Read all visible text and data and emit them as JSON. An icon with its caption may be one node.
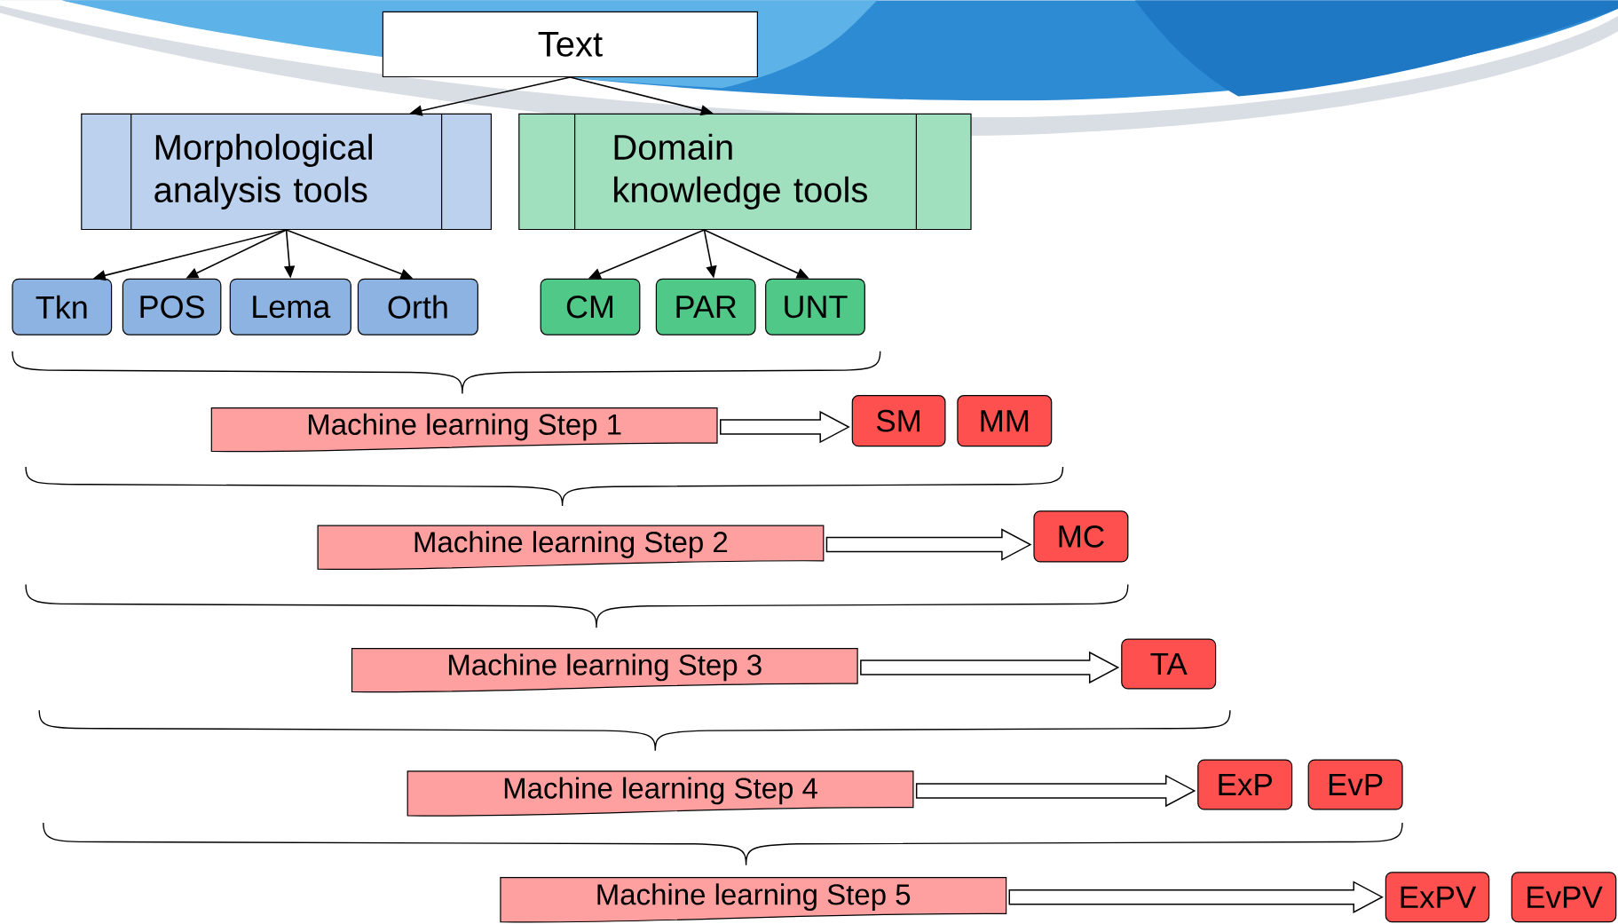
{
  "diagram": {
    "nodes": [
      {
        "text": [
          "Text"
        ]
      },
      {
        "text": [
          "Morphological analysis tools"
        ]
      },
      {
        "text": [
          "Domain knowledge tools"
        ]
      },
      {
        "text": [
          "Tkn"
        ]
      },
      {
        "text": [
          "POS"
        ]
      },
      {
        "text": [
          "Lema"
        ]
      },
      {
        "text": [
          "Orth"
        ]
      },
      {
        "text": [
          "CM"
        ]
      },
      {
        "text": [
          "PAR"
        ]
      },
      {
        "text": [
          "UNT"
        ]
      },
      {
        "text": [
          "Machine learning Step 1"
        ]
      },
      {
        "text": [
          "SM"
        ]
      },
      {
        "text": [
          "MM"
        ]
      },
      {
        "text": [
          "Machine learning Step 2"
        ]
      },
      {
        "text": [
          "MC"
        ]
      },
      {
        "text": [
          "Machine learning Step 3"
        ]
      },
      {
        "text": [
          "TA"
        ]
      },
      {
        "text": [
          "Machine learning Step 4"
        ]
      },
      {
        "text": [
          "ExP"
        ]
      },
      {
        "text": [
          "EvP"
        ]
      },
      {
        "text": [
          "Machine learning Step 5"
        ]
      },
      {
        "text": [
          "ExPV"
        ]
      },
      {
        "text": [
          "EvPV"
        ]
      }
    ],
    "edges": [
      {
        "from": 0,
        "to": 1,
        "arrow": "to"
      },
      {
        "from": 0,
        "to": 2,
        "arrow": "to"
      },
      {
        "from": 1,
        "to": 3,
        "arrow": "to"
      },
      {
        "from": 1,
        "to": 4,
        "arrow": "to"
      },
      {
        "from": 1,
        "to": 5,
        "arrow": "to"
      },
      {
        "from": 1,
        "to": 6,
        "arrow": "to"
      },
      {
        "from": 2,
        "to": 7,
        "arrow": "to"
      },
      {
        "from": 2,
        "to": 8,
        "arrow": "to"
      },
      {
        "from": 2,
        "to": 9,
        "arrow": "to"
      },
      {
        "from": 10,
        "to": 11,
        "arrow": "to",
        "style": "thick"
      },
      {
        "from": 13,
        "to": 14,
        "arrow": "to",
        "style": "thick"
      },
      {
        "from": 15,
        "to": 16,
        "arrow": "to",
        "style": "thick"
      },
      {
        "from": 17,
        "to": 18,
        "arrow": "to",
        "style": "thick"
      },
      {
        "from": 20,
        "to": 21,
        "arrow": "to",
        "style": "thick"
      }
    ]
  }
}
